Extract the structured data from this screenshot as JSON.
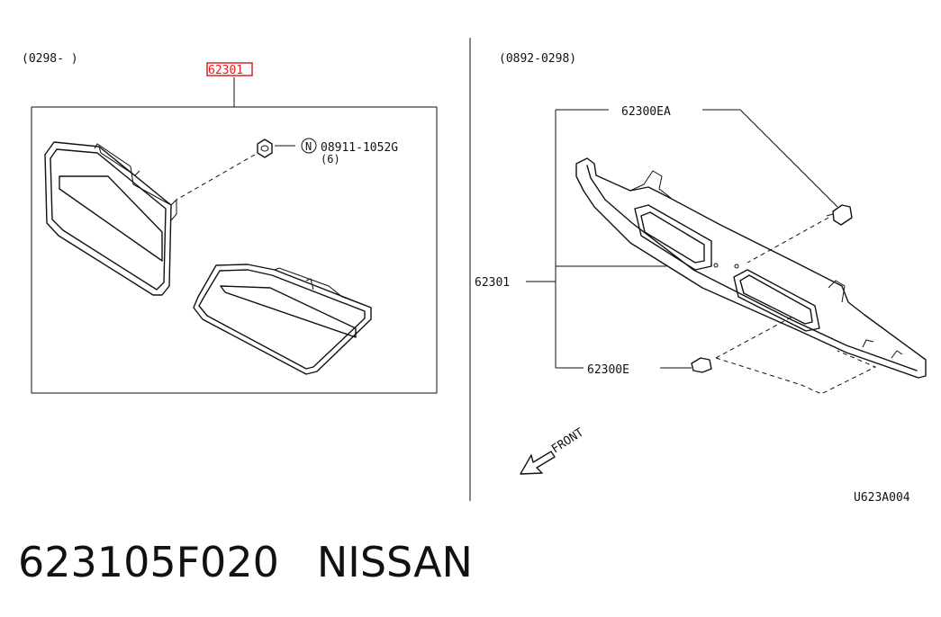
{
  "left_panel": {
    "date_range": "(0298-        )",
    "part_top_label": "62301",
    "nut_label": "08911-1052G",
    "nut_qty": "(6)",
    "nut_circle_letter": "N"
  },
  "right_panel": {
    "date_range": "(0892-0298)",
    "clip_upper_label": "62300EA",
    "grille_label": "62301",
    "clip_lower_label": "62300E",
    "front_label": "FRONT",
    "diagram_code": "U623A004"
  },
  "caption": {
    "part_number": "623105F020",
    "brand": "NISSAN"
  },
  "colors": {
    "highlight": "#e02020",
    "line": "#111111"
  }
}
